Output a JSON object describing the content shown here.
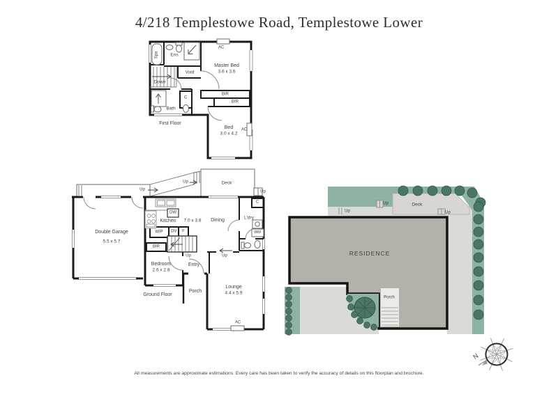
{
  "title": "4/218 Templestowe Road, Templestowe Lower",
  "first_floor": {
    "floor_label": "First Floor",
    "spa": "Spa",
    "ens": "Ens",
    "ac_master": "AC",
    "master_bed": "Master Bed",
    "master_bed_dim": "3.6 x 3.6",
    "void": "Void",
    "down": "Down",
    "bath": "Bath",
    "cupboard": "C",
    "bir_upper": "BIR",
    "bir_lower": "BIR",
    "bed": "Bed",
    "bed_dim": "3.0 x 4.2",
    "ac_bed": "AC"
  },
  "ground_floor": {
    "floor_label": "Ground Floor",
    "deck": "Deck",
    "up_deck_left": "Up",
    "up_deck_mid": "Up",
    "up_deck_right": "Up",
    "kitchen": "Kitchen",
    "kitchen_dining_dim": "7.0 x 3.8",
    "dining": "Dining",
    "laundry": "L'dry",
    "laundry_cupboard": "C",
    "washing_machine": "WM",
    "dishwasher": "DW",
    "pantry": "WIP",
    "oven": "OV",
    "fridge": "F",
    "garage": "Double Garage",
    "garage_dim": "5.5 x 5.7",
    "bir": "BIR",
    "bedroom": "Bedroom",
    "bedroom_dim": "2.6 x 2.8",
    "up_stairs": "Up",
    "up_entry": "Up",
    "entry": "Entry",
    "porch": "Porch",
    "lounge": "Lounge",
    "lounge_dim": "4.4 x 5.9",
    "ac": "AC"
  },
  "site_plan": {
    "residence": "RESIDENCE",
    "deck": "Deck",
    "porch": "Porch",
    "up_left": "Up",
    "up_mid": "Up",
    "up_right": "Up"
  },
  "compass": {
    "north": "N"
  },
  "footer": {
    "disclaimer": "All measurements are approximate estimations. Every care has been taken to verify the accuracy of details on this floorplan and brochure."
  },
  "colors": {
    "wall_black": "#1b1b1b",
    "landscape_green": "#8fb3a2",
    "tree_green": "#4a7663",
    "paving_grey": "#dadad6",
    "residence_grey": "#b4b0aa",
    "deck_grey": "#d7d6d2",
    "label_grey": "#3d3d3d"
  }
}
